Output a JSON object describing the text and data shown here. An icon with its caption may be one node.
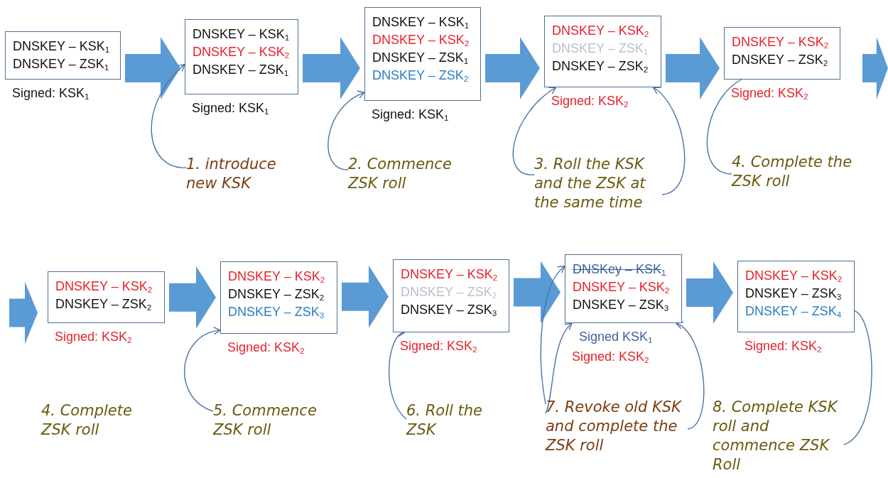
{
  "diagram": {
    "nodes": [
      {
        "text": [
          "DNSKEY – KSK$_{1}$",
          "DNSKEY – ZSK$_{1}$"
        ],
        "beside": [
          "Signed: KSK$_{1}$"
        ]
      },
      {
        "text": [
          "DNSKEY – KSK$_{1}$",
          "DNSKEY – KSK$_{2}$",
          "DNSKEY – ZSK$_{1}$"
        ],
        "beside": [
          "Signed: KSK$_{1}$"
        ]
      },
      {
        "text": [
          "1. introduce new KSK"
        ]
      },
      {
        "text": [
          "DNSKEY – KSK$_{1}$",
          "DNSKEY – KSK$_{2}$",
          "DNSKEY – ZSK$_{1}$",
          "DNSKEY – ZSK$_{2}$"
        ],
        "beside": [
          "Signed: KSK$_{1}$"
        ]
      },
      {
        "text": [
          "2. Commence ZSK roll"
        ]
      },
      {
        "text": [
          "DNSKEY – KSK$_{2}$",
          "DNSKEY – ZSK$_{1}$",
          "DNSKEY – ZSK$_{2}$"
        ],
        "beside": [
          "Signed: KSK$_{2}$"
        ]
      },
      {
        "text": [
          "3. Roll the KSK and the ZSK at the same time"
        ]
      },
      {
        "text": [
          "DNSKEY – KSK$_{2}$",
          "DNSKEY – ZSK$_{2}$"
        ],
        "beside": [
          "Signed: KSK$_{2}$"
        ]
      },
      {
        "text": [
          "4. Complete the ZSK roll"
        ]
      },
      {
        "text": [
          "DNSKEY – KSK$_{2}$",
          "DNSKEY – ZSK$_{2}$"
        ],
        "beside": [
          "Signed: KSK$_{2}$"
        ]
      },
      {
        "text": [
          "DNSKEY – KSK$_{2}$",
          "DNSKEY – ZSK$_{2}$",
          "DNSKEY – ZSK$_{3}$"
        ],
        "beside": [
          "Signed: KSK$_{2}$"
        ]
      },
      {
        "text": [
          "5. Commence ZSK roll"
        ]
      },
      {
        "text": [
          "DNSKEY – KSK$_{2}$",
          "DNSKEY – ZSK$_{2}$",
          "DNSKEY – ZSK$_{3}$"
        ],
        "beside": [
          "Signed: KSK$_{2}$"
        ]
      },
      {
        "text": [
          "6. Roll the ZSK"
        ]
      },
      {
        "text": [
          "DNSKey – KSK$_{1}$",
          "DNSKEY – KSK$_{2}$",
          "DNSKEY – ZSK$_{3}$"
        ],
        "beside": [
          "Signed KSK$_{1}$",
          "Signed: KSK$_{2}$"
        ]
      },
      {
        "text": [
          "7. Revoke old KSK and complete the ZSK roll"
        ]
      },
      {
        "text": [
          "DNSKEY – KSK$_{2}$",
          "DNSKEY – ZSK$_{3}$",
          "DNSKEY – ZSK$_{4}$"
        ],
        "beside": [
          "Signed: KSK$_{2}$"
        ]
      },
      {
        "text": [
          "8. Complete KSK roll and commence ZSK Roll"
        ]
      }
    ],
    "edges": [
      {
        "from": 0,
        "to": 1,
        "arrow": "to",
        "style": "thick",
        "color": "#5b9bd5"
      },
      {
        "from": 1,
        "to": 3,
        "arrow": "to",
        "style": "thick",
        "color": "#5b9bd5"
      },
      {
        "from": 3,
        "to": 5,
        "arrow": "to",
        "style": "thick",
        "color": "#5b9bd5"
      },
      {
        "from": 5,
        "to": 7,
        "arrow": "to",
        "style": "thick",
        "color": "#5b9bd5"
      },
      {
        "from": 7,
        "to": null,
        "arrow": "to",
        "style": "thick",
        "color": "#5b9bd5"
      },
      {
        "from": null,
        "to": 9,
        "arrow": "to",
        "style": "thick",
        "color": "#5b9bd5"
      },
      {
        "from": 9,
        "to": 10,
        "arrow": "to",
        "style": "thick",
        "color": "#5b9bd5"
      },
      {
        "from": 10,
        "to": 12,
        "arrow": "to",
        "style": "thick",
        "color": "#5b9bd5"
      },
      {
        "from": 12,
        "to": 14,
        "arrow": "to",
        "style": "thick",
        "color": "#5b9bd5"
      },
      {
        "from": 14,
        "to": 16,
        "arrow": "to",
        "style": "thick",
        "color": "#5b9bd5"
      },
      {
        "from": 2,
        "to": 1,
        "arrow": "to"
      },
      {
        "from": 4,
        "to": 3,
        "arrow": "to"
      },
      {
        "from": 6,
        "to": 5,
        "arrow": "to"
      },
      {
        "from": 6,
        "to": 5,
        "arrow": "to"
      },
      {
        "from": 8,
        "to": 7,
        "arrow": "none"
      },
      {
        "from": 11,
        "to": 10,
        "arrow": "to"
      },
      {
        "from": 13,
        "to": 12,
        "arrow": "to"
      },
      {
        "from": 15,
        "to": 14,
        "arrow": "to"
      },
      {
        "from": 15,
        "to": 14,
        "arrow": "to"
      },
      {
        "from": 15,
        "to": 14,
        "arrow": "to"
      },
      {
        "from": 17,
        "to": 16,
        "arrow": "none"
      }
    ],
    "labels": [
      "4. Complete ZSK roll"
    ]
  }
}
